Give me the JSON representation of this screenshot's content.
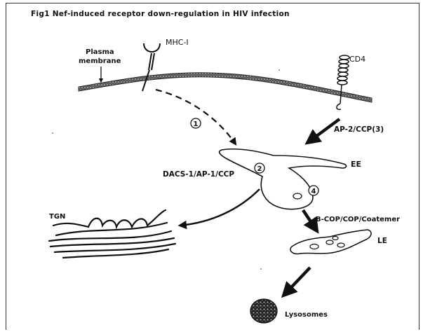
{
  "figure": {
    "title": "Fig1  Nef-induced receptor down-regulation in HIV infection"
  },
  "labels": {
    "plasma_membrane_line1": "Plasma",
    "plasma_membrane_line2": "membrane",
    "mhc": "MHC-I",
    "cd4": "CD4",
    "ap2": "AP-2/CCP(3)",
    "ee": "EE",
    "dacs": "DACS-1/AP-1/CCP",
    "tgn": "TGN",
    "bcop": "B-COP/COP/Coatemer",
    "le": "LE",
    "lysosomes": "Lysosomes"
  },
  "steps": [
    "1",
    "2",
    "4"
  ]
}
